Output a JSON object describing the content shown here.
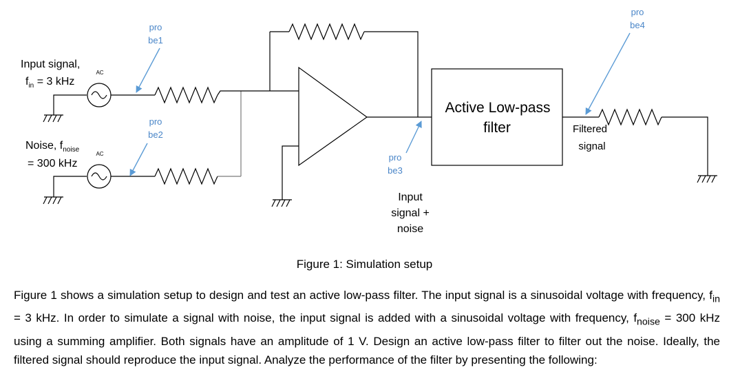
{
  "diagram": {
    "input_signal_label": [
      "Input signal,",
      "f",
      "in",
      " = 3 kHz"
    ],
    "noise_label": [
      "Noise, f",
      "noise",
      "= 300 kHz"
    ],
    "ac_label": "AC",
    "probes": [
      {
        "lines": [
          "pro",
          "be1"
        ]
      },
      {
        "lines": [
          "pro",
          "be2"
        ]
      },
      {
        "lines": [
          "pro",
          "be3"
        ]
      },
      {
        "lines": [
          "pro",
          "be4"
        ]
      }
    ],
    "filter_box_label": [
      "Active Low-pass",
      "filter"
    ],
    "opamp_output_label": [
      "Input",
      "signal +",
      "noise"
    ],
    "filtered_label": [
      "Filtered",
      "signal"
    ]
  },
  "caption": "Figure 1: Simulation setup",
  "paragraph": {
    "s1": "Figure 1 shows a simulation setup to design and test an active low-pass filter. The input signal is a sinusoidal voltage with frequency, f",
    "s1_sub": "in",
    "s2": " = 3 kHz. In order to simulate a signal with noise, the input signal is added with a sinusoidal voltage with frequency, f",
    "s2_sub": "noise",
    "s3": " = 300 kHz using a summing amplifier. Both signals have an amplitude of 1 V. Design an active low-pass filter to filter out the noise. Ideally, the filtered signal should reproduce the input signal. Analyze the performance of the filter by presenting the following:"
  }
}
